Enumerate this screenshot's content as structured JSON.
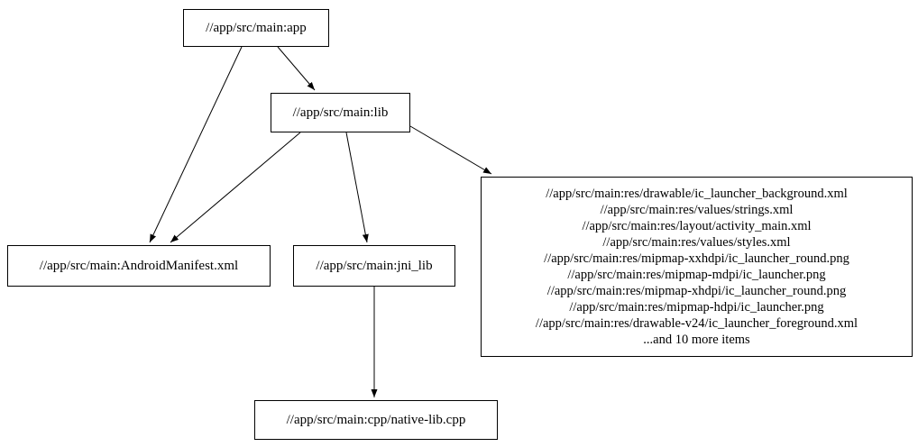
{
  "diagram": {
    "type": "dependency-graph",
    "background_color": "#ffffff",
    "node_border_color": "#000000",
    "edge_color": "#000000",
    "nodes": {
      "app": {
        "label": "//app/src/main:app"
      },
      "lib": {
        "label": "//app/src/main:lib"
      },
      "manifest": {
        "label": "//app/src/main:AndroidManifest.xml"
      },
      "jni_lib": {
        "label": "//app/src/main:jni_lib"
      },
      "native_lib": {
        "label": "//app/src/main:cpp/native-lib.cpp"
      },
      "res": {
        "lines": [
          "//app/src/main:res/drawable/ic_launcher_background.xml",
          "//app/src/main:res/values/strings.xml",
          "//app/src/main:res/layout/activity_main.xml",
          "//app/src/main:res/values/styles.xml",
          "//app/src/main:res/mipmap-xxhdpi/ic_launcher_round.png",
          "//app/src/main:res/mipmap-mdpi/ic_launcher.png",
          "//app/src/main:res/mipmap-xhdpi/ic_launcher_round.png",
          "//app/src/main:res/mipmap-hdpi/ic_launcher.png",
          "//app/src/main:res/drawable-v24/ic_launcher_foreground.xml",
          "...and 10 more items"
        ]
      }
    },
    "edges": [
      {
        "from": "app",
        "to": "lib"
      },
      {
        "from": "app",
        "to": "manifest"
      },
      {
        "from": "lib",
        "to": "manifest"
      },
      {
        "from": "lib",
        "to": "jni_lib"
      },
      {
        "from": "lib",
        "to": "res"
      },
      {
        "from": "jni_lib",
        "to": "native_lib"
      }
    ]
  }
}
